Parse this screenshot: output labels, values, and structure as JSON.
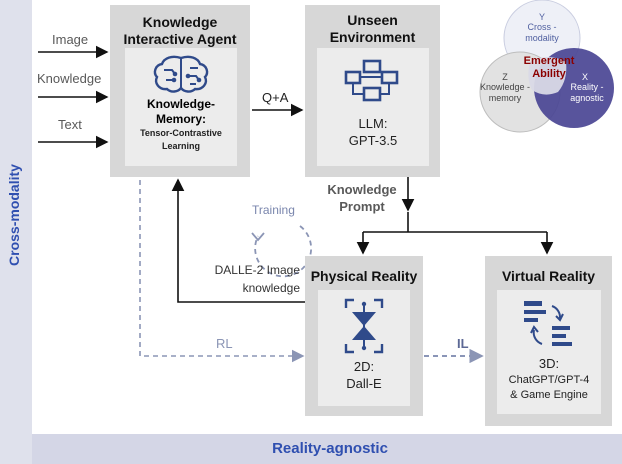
{
  "axes": {
    "vertical_label": "Cross-modality",
    "horizontal_label": "Reality-agnostic"
  },
  "inputs": [
    "Image",
    "Knowledge",
    "Text"
  ],
  "agent": {
    "title": "Knowledge Interactive Agent",
    "memory_title": "Knowledge-Memory:",
    "memory_sub": "Tensor-Contrastive Learning"
  },
  "unseen": {
    "title": "Unseen Environment",
    "llm": "LLM:",
    "model": "GPT-3.5"
  },
  "qa_label": "Q+A",
  "knowledge_prompt": "Knowledge Prompt",
  "training_label": "Training",
  "dalle_label": "DALLE-2 Image knowledge",
  "rl_label": "RL",
  "il_label": "IL",
  "physical": {
    "title": "Physical Reality",
    "line1": "2D:",
    "line2": "Dall-E"
  },
  "virtual": {
    "title": "Virtual Reality",
    "line1": "3D:",
    "line2": "ChatGPT/GPT-4",
    "line3": "& Game Engine"
  },
  "venn": {
    "y_letter": "Y",
    "y_text": "Cross -modality",
    "z_letter": "Z",
    "z_text": "Knowledge -memory",
    "x_letter": "X",
    "x_text": "Reality -agnostic",
    "center_text": "Emergent Ability"
  },
  "colors": {
    "axis_band": "#dfe1ec",
    "axis_text": "#2f4fb0",
    "icon_blue": "#2f4a8a",
    "emergent": "#8b0000",
    "venn_purple": "#4a4594"
  }
}
